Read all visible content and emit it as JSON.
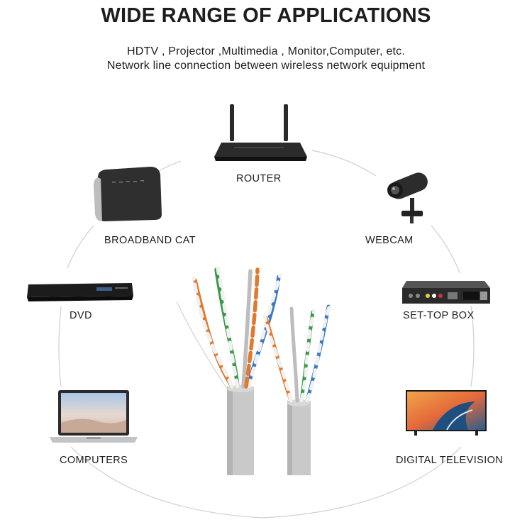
{
  "header": {
    "title": "WIDE RANGE OF APPLICATIONS",
    "subtitle_line1": "HDTV , Projector ,Multimedia , Monitor,Computer, etc.",
    "subtitle_line2": "Network line connection between wireless network equipment"
  },
  "devices": {
    "router": {
      "label": "ROUTER",
      "icon": "router-icon"
    },
    "broadband": {
      "label": "BROADBAND CAT",
      "icon": "modem-icon"
    },
    "webcam": {
      "label": "WEBCAM",
      "icon": "webcam-icon"
    },
    "dvd": {
      "label": "DVD",
      "icon": "dvd-player-icon"
    },
    "settop": {
      "label": "SET-TOP BOX",
      "icon": "set-top-box-icon"
    },
    "computers": {
      "label": "COMPUTERS",
      "icon": "laptop-icon"
    },
    "tv": {
      "label": "DIGITAL TELEVISION",
      "icon": "television-icon"
    }
  },
  "cable": {
    "icon": "ethernet-cable-icon",
    "jacket_color": "#c9c9c9"
  }
}
